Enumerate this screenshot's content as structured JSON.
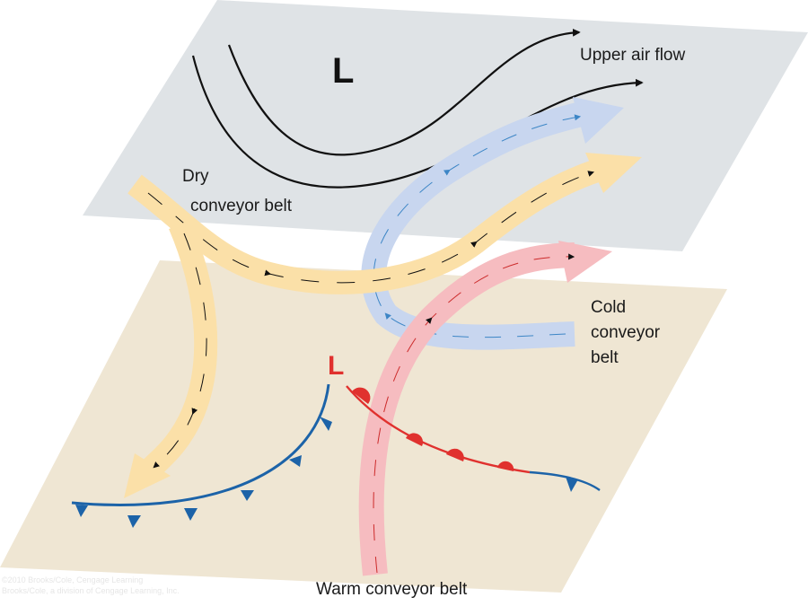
{
  "labels": {
    "upper_low": "L",
    "upper_air_flow": "Upper air flow",
    "dry_line1": "Dry",
    "dry_line2": "conveyor belt",
    "cold_line1": "Cold",
    "cold_line2": "conveyor",
    "cold_line3": "belt",
    "surface_low": "L",
    "warm": "Warm conveyor belt"
  },
  "credit": {
    "line1": "©2010 Brooks/Cole, Cengage Learning",
    "line2": "Brooks/Cole, a division of Cengage Learning, Inc."
  },
  "colors": {
    "upper_plane": "#dfe3e6",
    "lower_plane": "#efe6d3",
    "dry_belt": "#fbe0a8",
    "cold_belt": "#c8d6ef",
    "warm_belt": "#f6bcc0",
    "cold_front": "#1c63a8",
    "warm_front": "#e0312e",
    "flow_line": "#111111"
  }
}
